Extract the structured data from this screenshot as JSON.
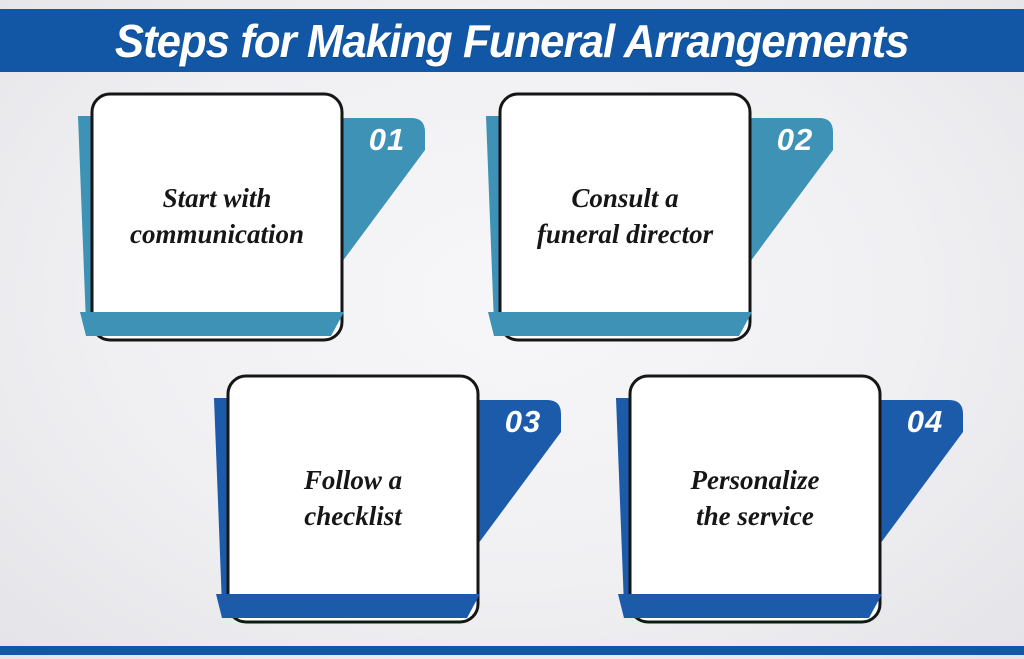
{
  "header": {
    "title": "Steps for Making Funeral Arrangements"
  },
  "steps": [
    {
      "number": "01",
      "lines": [
        "Start with",
        "communication"
      ],
      "color": "#3e92b6"
    },
    {
      "number": "02",
      "lines": [
        "Consult a",
        "funeral director"
      ],
      "color": "#3e92b6"
    },
    {
      "number": "03",
      "lines": [
        "Follow a",
        "checklist"
      ],
      "color": "#1b5ba9"
    },
    {
      "number": "04",
      "lines": [
        "Personalize",
        "the service"
      ],
      "color": "#1b5ba9"
    }
  ],
  "colors": {
    "header_band": "#1157a6",
    "footer_band": "#1157a6",
    "teal_accent": "#3e92b6",
    "blue_accent": "#1b5ba9",
    "card_border": "#161616",
    "card_fill": "#ffffff",
    "background": "#f0f0f3"
  }
}
